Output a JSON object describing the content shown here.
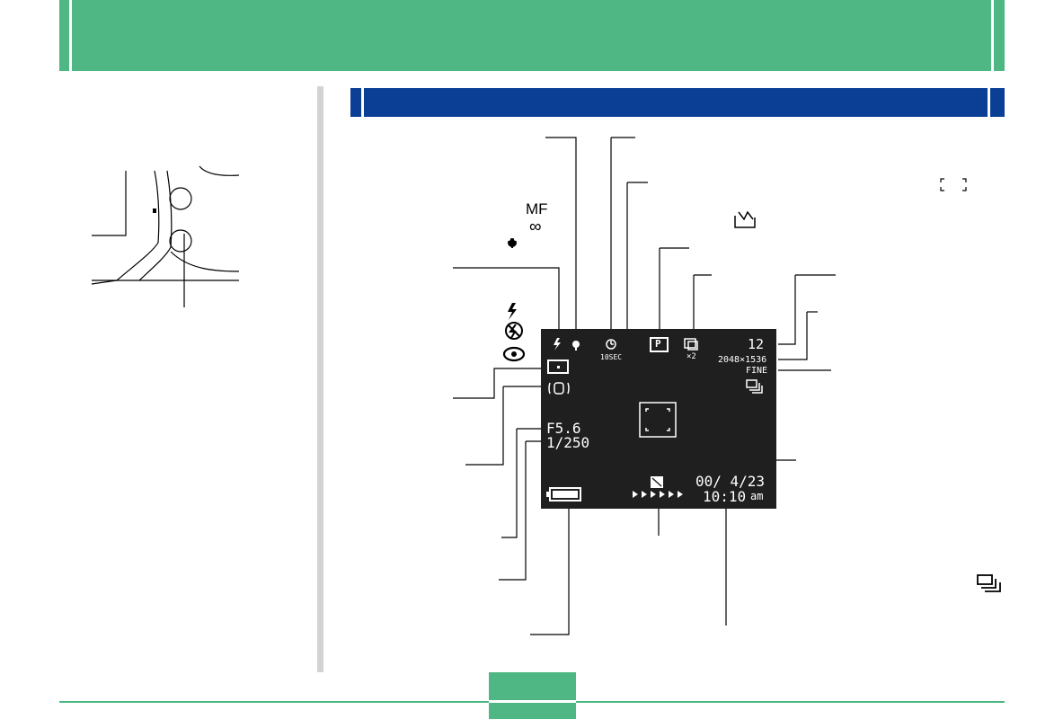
{
  "colors": {
    "header_green": "#4eb784",
    "section_blue": "#0b3f96",
    "divider_gray": "#d3d3d3",
    "lcd_background": "#1f1f1f"
  },
  "lcd": {
    "self_timer_label": "10SEC",
    "mode_label": "P",
    "zoom_label": "×2",
    "shots_remaining": "12",
    "image_size": "2048×1536",
    "quality": "FINE",
    "aperture": "F5.6",
    "shutter_speed": "1/250",
    "date": "00/ 4/23",
    "time": "10:10",
    "am_pm": "am"
  },
  "legend": {
    "focus_manual": "MF",
    "focus_infinity": "∞"
  },
  "icons": [
    "camera-mode-dial-icon",
    "flash-icon",
    "flash-off-icon",
    "red-eye-icon",
    "macro-icon",
    "self-timer-icon",
    "program-mode-icon",
    "digital-zoom-icon",
    "focus-frame-icon",
    "battery-icon",
    "exposure-compensation-icon",
    "continuous-shooting-icon",
    "spot-metering-icon",
    "anti-shake-icon",
    "image-stabilization-icon",
    "white-balance-icon"
  ]
}
